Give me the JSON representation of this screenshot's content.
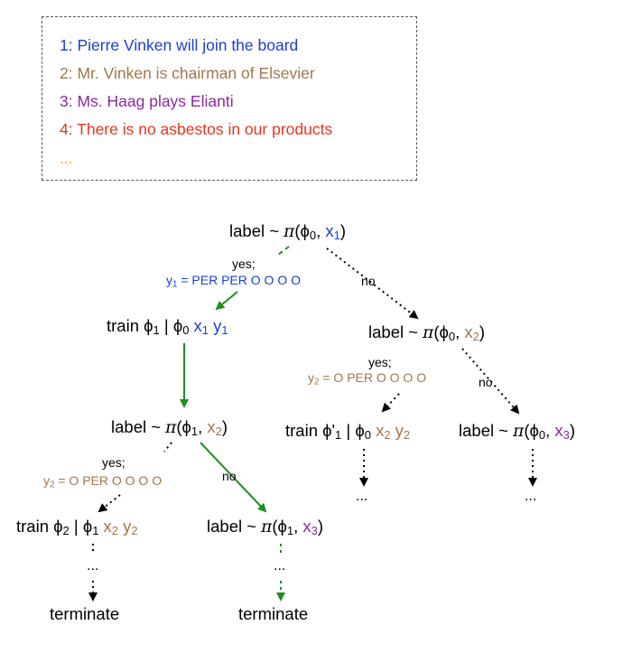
{
  "colors": {
    "s1": "#1a3fd6",
    "s2": "#a0784a",
    "s3": "#8a2b9a",
    "s4": "#e8341c",
    "green": "#1e8f1e",
    "black": "#000000"
  },
  "sentences": [
    {
      "text": "1: Pierre Vinken will join the board",
      "color": "#1a3fd6"
    },
    {
      "text": "2: Mr. Vinken is chairman of Elsevier",
      "color": "#a0784a"
    },
    {
      "text": "3: Ms. Haag plays Elianti",
      "color": "#8a2b9a"
    },
    {
      "text": "4: There is no asbestos in our products",
      "color": "#e8341c"
    },
    {
      "text": "...",
      "color": "#e8a83a"
    }
  ],
  "tree": {
    "label_word": "label ~",
    "train_word": "train",
    "pi": "π",
    "phi": "ϕ",
    "phi_prime": "ϕ'",
    "sub": {
      "s0": "0",
      "s1": "1",
      "s2": "2",
      "s3": "3"
    },
    "x": "x",
    "y": "y",
    "bar": "|",
    "comma": ",",
    "lparen": "(",
    "rparen": ")",
    "yes": "yes;",
    "no": "no",
    "y1_label_rest": " = PER PER O O O O",
    "y2_label_rest": " = O PER O O O O",
    "ellipsis": "...",
    "terminate": "terminate"
  }
}
